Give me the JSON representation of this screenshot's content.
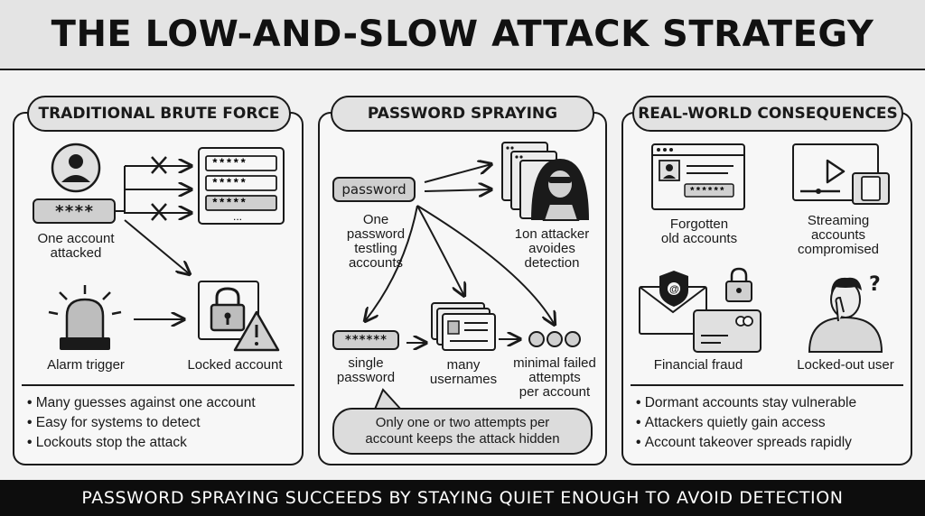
{
  "title": "THE LOW-AND-SLOW ATTACK STRATEGY",
  "panels": {
    "brute": {
      "heading": "TRADITIONAL BRUTE FORCE",
      "password_mask": "****",
      "list_entries": [
        "*****",
        "*****",
        "*****"
      ],
      "list_more": "...",
      "label_attacked": "One account\nattacked",
      "label_alarm": "Alarm trigger",
      "label_locked": "Locked account",
      "bullets": [
        "Many guesses against one account",
        "Easy for systems to detect",
        "Lockouts stop the attack"
      ]
    },
    "spray": {
      "heading": "PASSWORD SPRAYING",
      "password_word": "password",
      "label_one_password": "One\npassword\ntestling\naccounts",
      "label_attacker": "1on attacker\navoides\ndetection",
      "single_mask": "******",
      "label_single": "single\npassword",
      "label_usernames": "many\nusernames",
      "label_minimal": "minimal failed\nattempts\nper account",
      "callout": "Only one or two attempts per\naccount keeps the attack hidden"
    },
    "consequences": {
      "heading": "REAL-WORLD CONSEQUENCES",
      "card_mask": "******",
      "label_forgotten": "Forgotten\nold accounts",
      "label_streaming": "Streaming\naccounts\ncompromised",
      "label_fraud": "Financial fraud",
      "label_lockedout": "Locked-out user",
      "bullets": [
        "Dormant accounts stay vulnerable",
        "Attackers quietly gain access",
        "Account takeover spreads rapidly"
      ]
    }
  },
  "footer": "PASSWORD SPRAYING SUCCEEDS BY STAYING QUIET ENOUGH TO AVOID DETECTION"
}
